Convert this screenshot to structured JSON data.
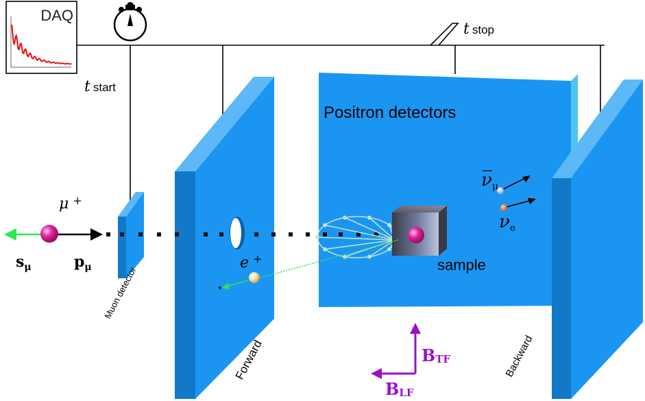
{
  "daq": {
    "label": "DAQ",
    "trace_color": "#e8100f"
  },
  "timing": {
    "t_start": {
      "t": "t",
      "sub": "start"
    },
    "t_stop": {
      "t": "t",
      "sub": "stop"
    }
  },
  "detectors": {
    "muon": "Muon detector",
    "forward": "Forward",
    "backward": "Backward",
    "positron_title": "Positron detectors"
  },
  "muon": {
    "label": "μ",
    "charge": "+",
    "spin_label": "s",
    "spin_sub": "μ",
    "momentum_label": "p",
    "momentum_sub": "μ"
  },
  "positron": {
    "label": "e",
    "charge": "+"
  },
  "sample": {
    "label": "sample"
  },
  "neutrinos": {
    "nu_mu_bar": {
      "symbol": "ν",
      "sub": "μ"
    },
    "nu_e": {
      "symbol": "ν",
      "sub": "e"
    }
  },
  "fields": {
    "transverse": {
      "base": "B",
      "sub": "TF"
    },
    "longitudinal": {
      "base": "B",
      "sub": "LF"
    },
    "color": "#9b10c8"
  },
  "colors": {
    "detector": "#1a96f2",
    "detector_top": "#5cb8f6",
    "detector_side": "#1278c8",
    "spin_arrow": "#2ee84a",
    "muon_ball": "#e0209a",
    "positron_track": "#33dd55"
  }
}
